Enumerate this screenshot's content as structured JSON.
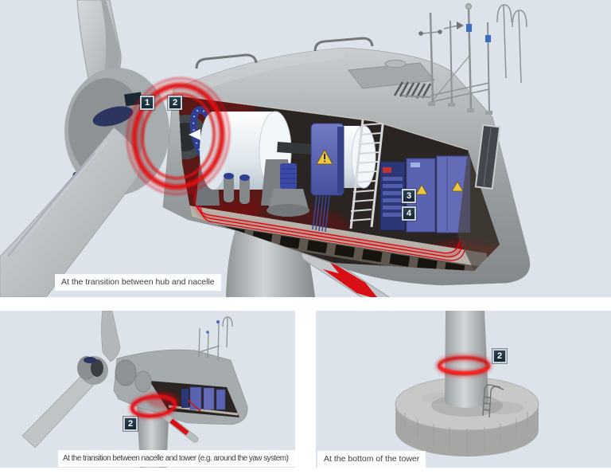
{
  "figure": {
    "panels": {
      "main": {
        "caption": "At the transition between hub and nacelle",
        "markers": [
          {
            "label": "1"
          },
          {
            "label": "2"
          },
          {
            "label": "3"
          },
          {
            "label": "4"
          }
        ]
      },
      "yaw": {
        "caption": "At the transition between nacelle and tower (e.g. around the yaw system)",
        "markers": [
          {
            "label": "2"
          }
        ]
      },
      "tower_base": {
        "caption": "At the bottom of the tower",
        "markers": [
          {
            "label": "2"
          }
        ]
      }
    },
    "colors": {
      "panel_background": "#dce3ea",
      "page_background": "#ffffff",
      "highlight_red": "#e50b12",
      "equipment_blue": "#5a62b2",
      "marker_fill": "#1d3040",
      "marker_border": "#c9d1d7",
      "caption_background": "#fcfdfe",
      "caption_text": "#3f3f3f",
      "nacelle_gray": "#9aa0a2",
      "concrete_gray": "#b4b4b2"
    }
  }
}
